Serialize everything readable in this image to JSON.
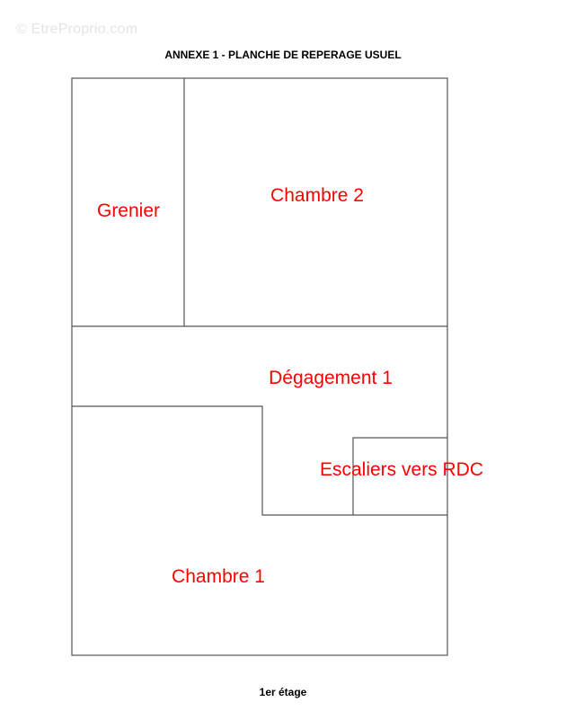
{
  "watermark": "© EtreProprio.com",
  "title": "ANNEXE 1 - PLANCHE DE REPERAGE USUEL",
  "footer": "1er étage",
  "label_color": "#ff0000",
  "rooms": {
    "grenier": "Grenier",
    "chambre2": "Chambre 2",
    "degagement1": "Dégagement 1",
    "escaliers": "Escaliers vers RDC",
    "chambre1": "Chambre 1"
  }
}
